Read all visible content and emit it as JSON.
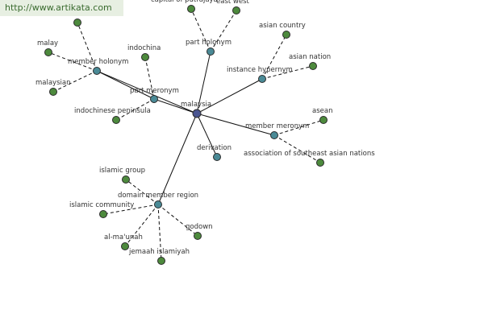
{
  "watermark": {
    "text": "http://www.artikata.com"
  },
  "colors": {
    "center": "#4a5591",
    "relation": "#4a8a96",
    "leaf": "#4d8a3d",
    "edge": "#111111",
    "node_stroke": "#2b2b2b"
  },
  "graph": {
    "center": {
      "id": "malaysia",
      "label": "malaysia"
    },
    "relations": [
      {
        "id": "member-holonym",
        "label": "member holonym",
        "children": [
          {
            "id": "malay-top",
            "label": ""
          },
          {
            "id": "malay",
            "label": "malay"
          },
          {
            "id": "malaysian",
            "label": "malaysian"
          }
        ]
      },
      {
        "id": "part-meronym",
        "label": "part meronym",
        "children": [
          {
            "id": "indochina",
            "label": "indochina"
          },
          {
            "id": "indochinese-peninsula",
            "label": "indochinese peninsula"
          }
        ]
      },
      {
        "id": "part-holonym",
        "label": "part holonym",
        "children": [
          {
            "id": "capital-of-putrajaya",
            "label": "capital of putrajaya"
          },
          {
            "id": "east-west",
            "label": "east west"
          }
        ]
      },
      {
        "id": "instance-hypernym",
        "label": "instance hypernym",
        "children": [
          {
            "id": "asian-country",
            "label": "asian country"
          },
          {
            "id": "asian-nation",
            "label": "asian nation"
          }
        ]
      },
      {
        "id": "member-meronym",
        "label": "member meronym",
        "children": [
          {
            "id": "asean",
            "label": "asean"
          },
          {
            "id": "association-of-southeast-asian-nations",
            "label": "association of southeast asian nations"
          }
        ]
      },
      {
        "id": "derivation",
        "label": "derivation",
        "children": []
      },
      {
        "id": "domain-member-region",
        "label": "domain member region",
        "children": [
          {
            "id": "islamic-group",
            "label": "islamic group"
          },
          {
            "id": "islamic-community",
            "label": "islamic community"
          },
          {
            "id": "al-maunah",
            "label": "al-ma'unah"
          },
          {
            "id": "jemaah-islamiyah",
            "label": "jemaah islamiyah"
          },
          {
            "id": "godown",
            "label": "godown"
          }
        ]
      }
    ]
  }
}
